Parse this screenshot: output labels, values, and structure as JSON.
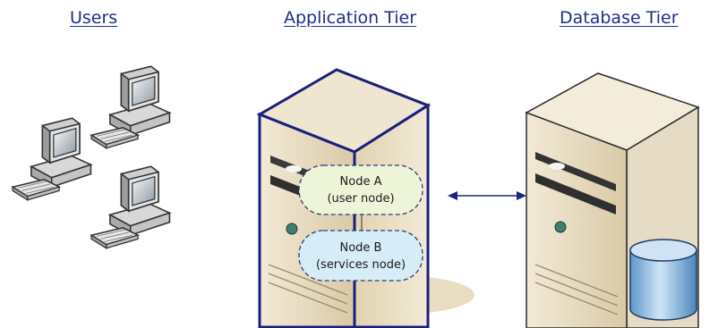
{
  "headings": {
    "users": "Users",
    "application_tier": "Application Tier",
    "database_tier": "Database Tier"
  },
  "nodes": {
    "node_a": {
      "line1": "Node A",
      "line2": "(user node)"
    },
    "node_b": {
      "line1": "Node B",
      "line2": "(services node)"
    }
  },
  "colors": {
    "heading": "#1f2d8a",
    "server_body": "#e9dfc9",
    "server_outline": "#1a1f7a",
    "node_a_fill": "#eef4d8",
    "node_b_fill": "#d6ecf6",
    "arrow": "#1a2480",
    "database": "#7aaed8"
  },
  "icons": [
    "desktop-computer-icon",
    "tower-server-icon",
    "database-cylinder-icon"
  ]
}
